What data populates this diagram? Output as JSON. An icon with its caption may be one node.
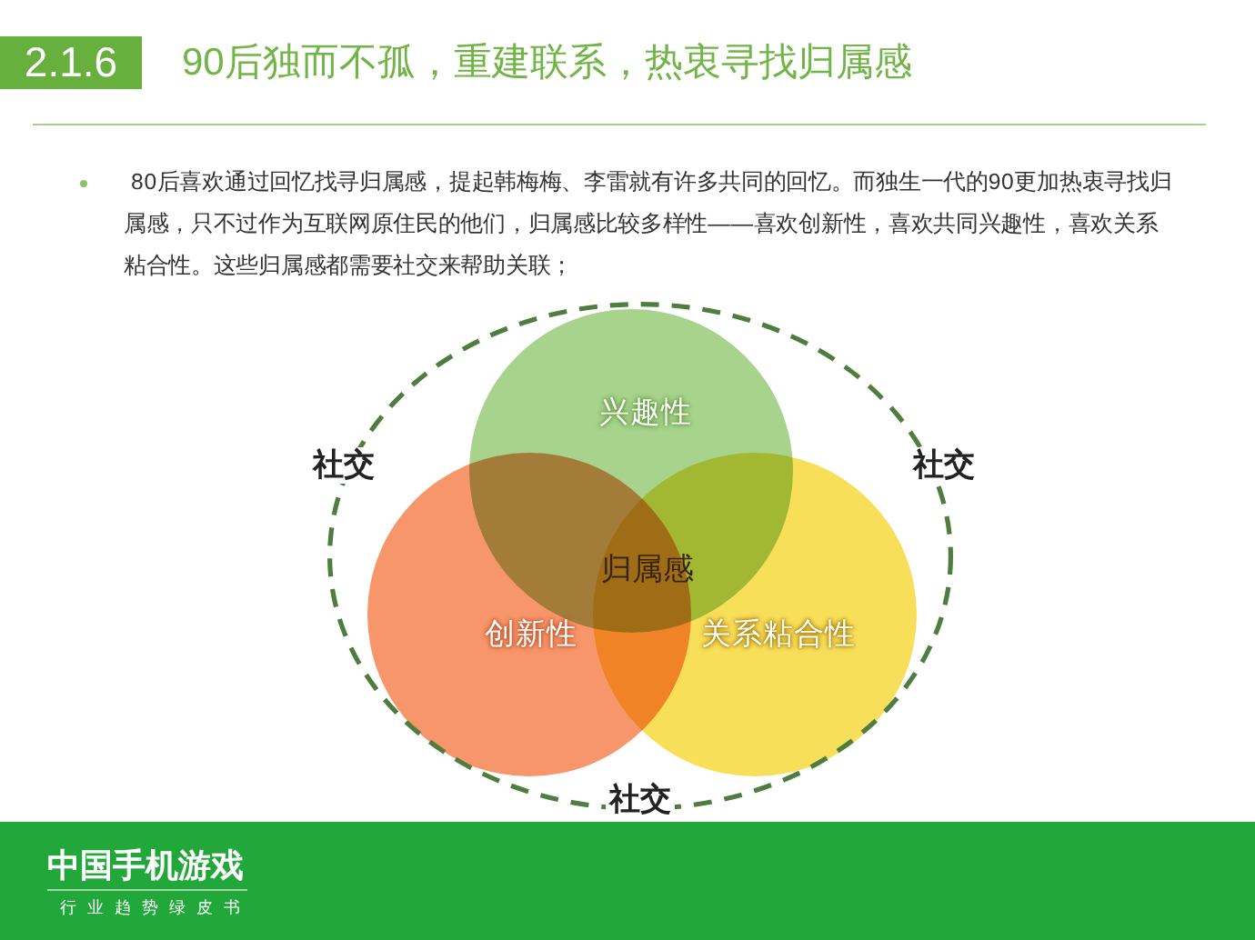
{
  "diagram": {
    "title": "90后独而不孤，重建联系，热衷寻找归属感",
    "nodes": [
      {
        "text": [],
        "shape": "ellipse",
        "beside": [
          "社交",
          "社交",
          "社交"
        ]
      },
      {
        "text": [
          "兴趣性"
        ],
        "in": 0
      },
      {
        "text": [
          "创新性"
        ],
        "in": 0
      },
      {
        "text": [
          "关系粘合性"
        ],
        "in": 0
      }
    ],
    "labels": [
      "2.1.6",
      "80后喜欢通过回忆找寻归属感，提起韩梅梅、李雷就有许多共同的回忆。而独生一代的90更加热衷寻找归属感，只不过作为互联网原住民的他们，归属感比较多样性——喜欢创新性，喜欢共同兴趣性，喜欢关系粘合性。这些归属感都需要社交来帮助关联；",
      "归属感",
      "中国手机游戏",
      "行业趋势绿皮书"
    ]
  }
}
